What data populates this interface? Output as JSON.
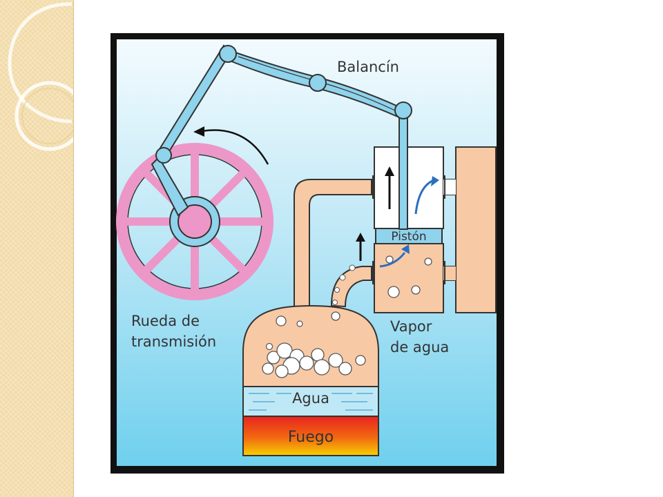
{
  "diagram": {
    "labels": {
      "rocker": "Balancín",
      "piston": "Pistón",
      "wheel_line1": "Rueda de",
      "wheel_line2": "transmisión",
      "steam_line1": "Vapor",
      "steam_line2": "de agua",
      "water": "Agua",
      "fire": "Fuego"
    },
    "colors": {
      "sky_top": "#f3fbfe",
      "sky_bottom": "#6fd0ee",
      "metal_blue": "#8fd3ec",
      "wheel_pink": "#ec97c8",
      "boiler_peach": "#f8c9a5",
      "fire_red": "#e8231e",
      "fire_yellow": "#f7d000",
      "arrow_blue": "#2a6fc0"
    }
  }
}
